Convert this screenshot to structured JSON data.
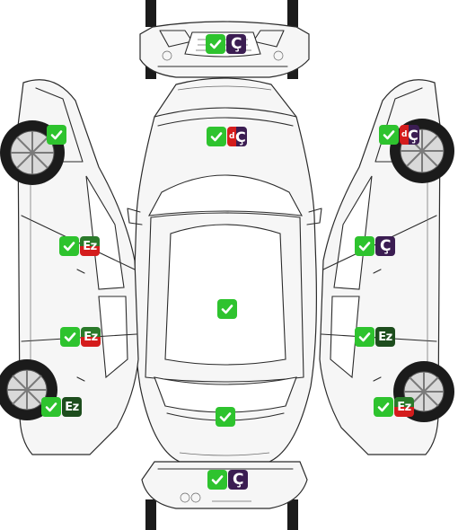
{
  "colors": {
    "ok": "#2ec32e",
    "painted": "#3b1d52",
    "changed": "#d41c1c",
    "local_paint_dark": "#1d4d1d",
    "local_paint": "#2a7a2a"
  },
  "panels": {
    "front_bumper": {
      "status_icon": "check-icon",
      "tag": "Ç"
    },
    "hood": {
      "status_icon": "check-icon",
      "tag_prefix": "d",
      "tag": "Ç"
    },
    "roof": {
      "status_icon": "check-icon"
    },
    "trunk": {
      "status_icon": "check-icon"
    },
    "rear_bumper": {
      "status_icon": "check-icon",
      "tag": "Ç"
    },
    "left_front_fender": {
      "status_icon": "check-icon"
    },
    "left_front_door": {
      "status_icon": "check-icon",
      "tag": "Ez"
    },
    "left_rear_door": {
      "status_icon": "check-icon",
      "tag": "Ez"
    },
    "left_rear_fender": {
      "status_icon": "check-icon",
      "tag": "Ez"
    },
    "right_front_fender": {
      "status_icon": "check-icon",
      "tag_prefix": "d",
      "tag": "Ç"
    },
    "right_front_door": {
      "status_icon": "check-icon",
      "tag": "Ç"
    },
    "right_rear_door": {
      "status_icon": "check-icon",
      "tag": "Ez"
    },
    "right_rear_fender": {
      "status_icon": "check-icon",
      "tag": "Ez"
    }
  }
}
